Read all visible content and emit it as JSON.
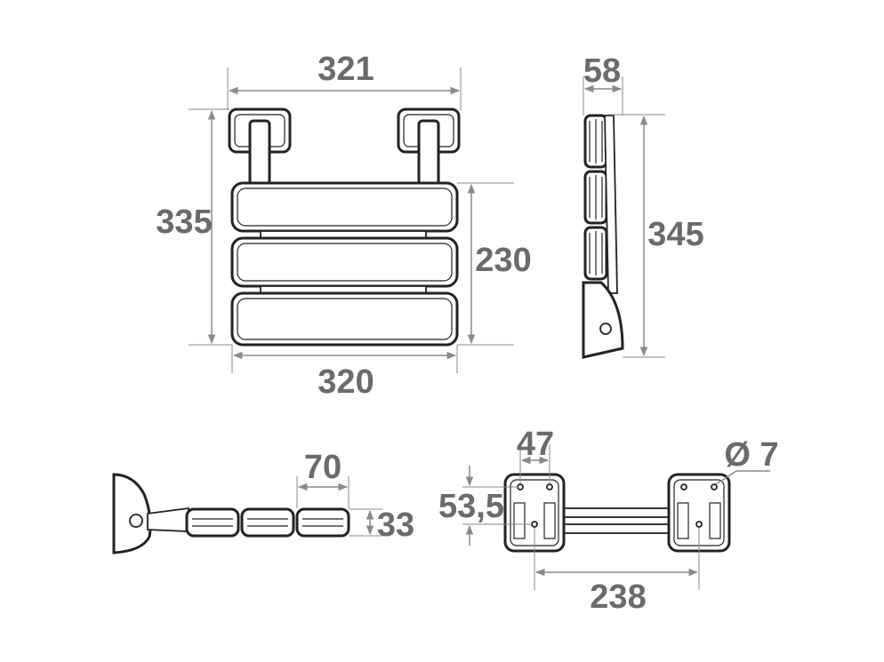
{
  "front_view": {
    "width_top": "321",
    "height_total": "335",
    "seat_height": "230",
    "width_bottom": "320"
  },
  "side_view": {
    "depth": "58",
    "height": "345"
  },
  "folded_view": {
    "slat_pitch": "70",
    "slat_thickness": "33"
  },
  "mounting_view": {
    "bracket_width": "47",
    "hole_diameter": "Ø 7",
    "bracket_offset": "53,5",
    "hole_spacing": "238"
  }
}
